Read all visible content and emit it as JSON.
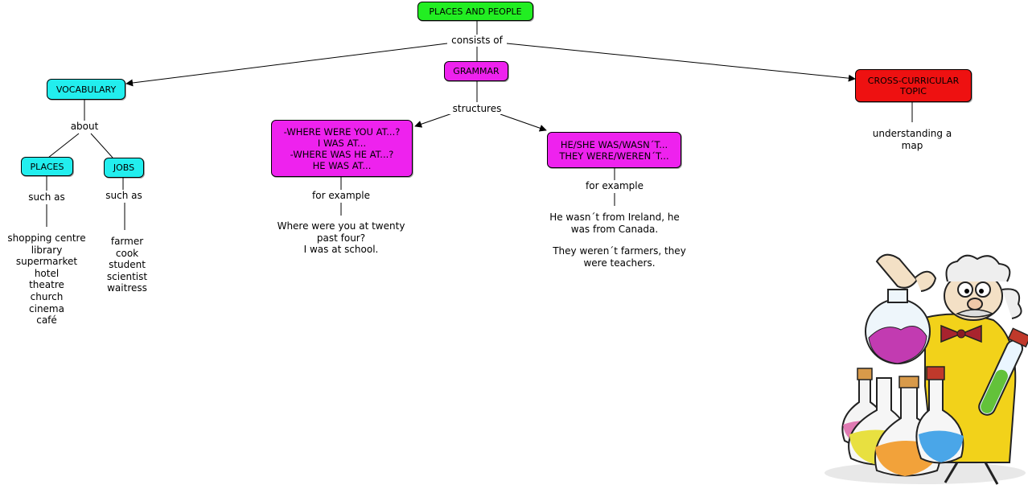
{
  "colors": {
    "root": "#22ee22",
    "vocabulary": "#22eeee",
    "grammar": "#ee22ee",
    "cross_curricular": "#ee1111"
  },
  "nodes": {
    "root": "PLACES AND PEOPLE",
    "vocabulary": "VOCABULARY",
    "grammar": "GRAMMAR",
    "cross_curricular": "CROSS-CURRICULAR TOPIC",
    "places": "PLACES",
    "jobs": "JOBS",
    "grammar_questions": "-WHERE WERE YOU AT...?\nI WAS AT...\n-WHERE WAS HE AT...?\nHE WAS AT...",
    "grammar_statements": "HE/SHE WAS/WASN´T...\nTHEY WERE/WEREN´T..."
  },
  "links": {
    "consists_of": "consists of",
    "about": "about",
    "structures": "structures",
    "places_such_as": "such as",
    "jobs_such_as": "such as",
    "questions_for_example": "for example",
    "statements_for_example": "for example"
  },
  "lists": {
    "places": [
      "shopping centre",
      "library",
      "supermarket",
      "hotel",
      "theatre",
      "church",
      "cinema",
      "café"
    ],
    "jobs": [
      "farmer",
      "cook",
      "student",
      "scientist",
      "waitress"
    ]
  },
  "examples": {
    "questions": [
      "Where were you at twenty",
      "past four?",
      "I was at school."
    ],
    "statements_1": [
      "He wasn´t from Ireland, he",
      "was from Canada."
    ],
    "statements_2": [
      "They weren´t farmers, they",
      "were teachers."
    ],
    "cross_curricular": [
      "understanding a",
      "map"
    ]
  },
  "illustration": {
    "icon": "scientist-with-flasks"
  }
}
